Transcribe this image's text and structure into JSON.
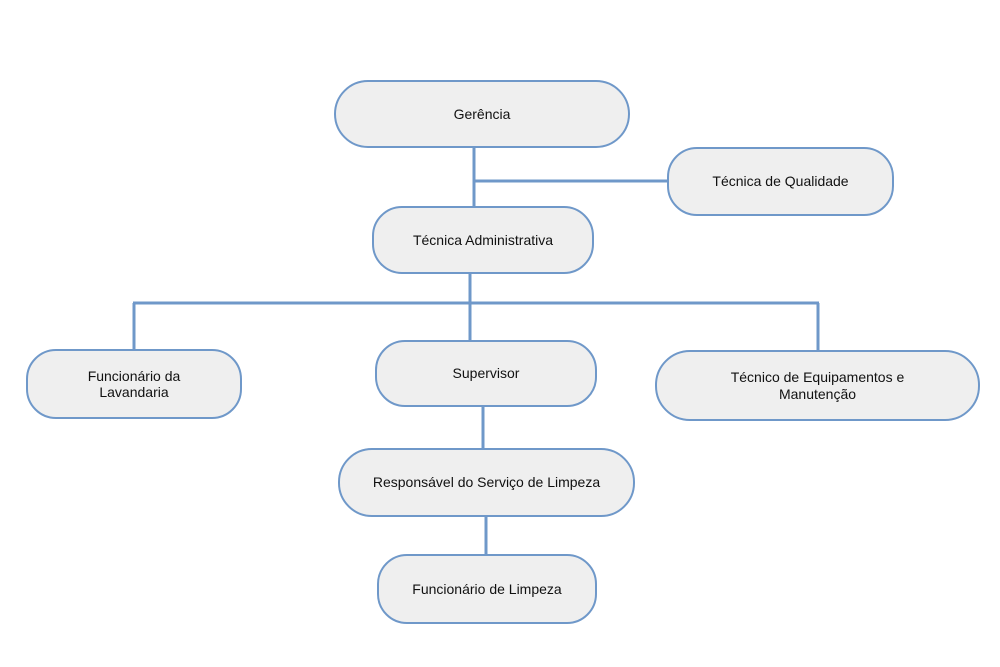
{
  "colors": {
    "line": "#6f98c9",
    "node_fill": "#efefef",
    "node_border": "#6f98c9",
    "text": "#111111"
  },
  "nodes": {
    "gerencia": "Gerência",
    "tecnica_qualidade": "Técnica de Qualidade",
    "tecnica_administrativa": "Técnica Administrativa",
    "funcionario_lavandaria": "Funcionário da Lavandaria",
    "supervisor": "Supervisor",
    "tecnico_equipamentos": "Técnico de Equipamentos e Manutenção",
    "responsavel_limpeza": "Responsável do Serviço de Limpeza",
    "funcionario_limpeza": "Funcionário de Limpeza"
  }
}
